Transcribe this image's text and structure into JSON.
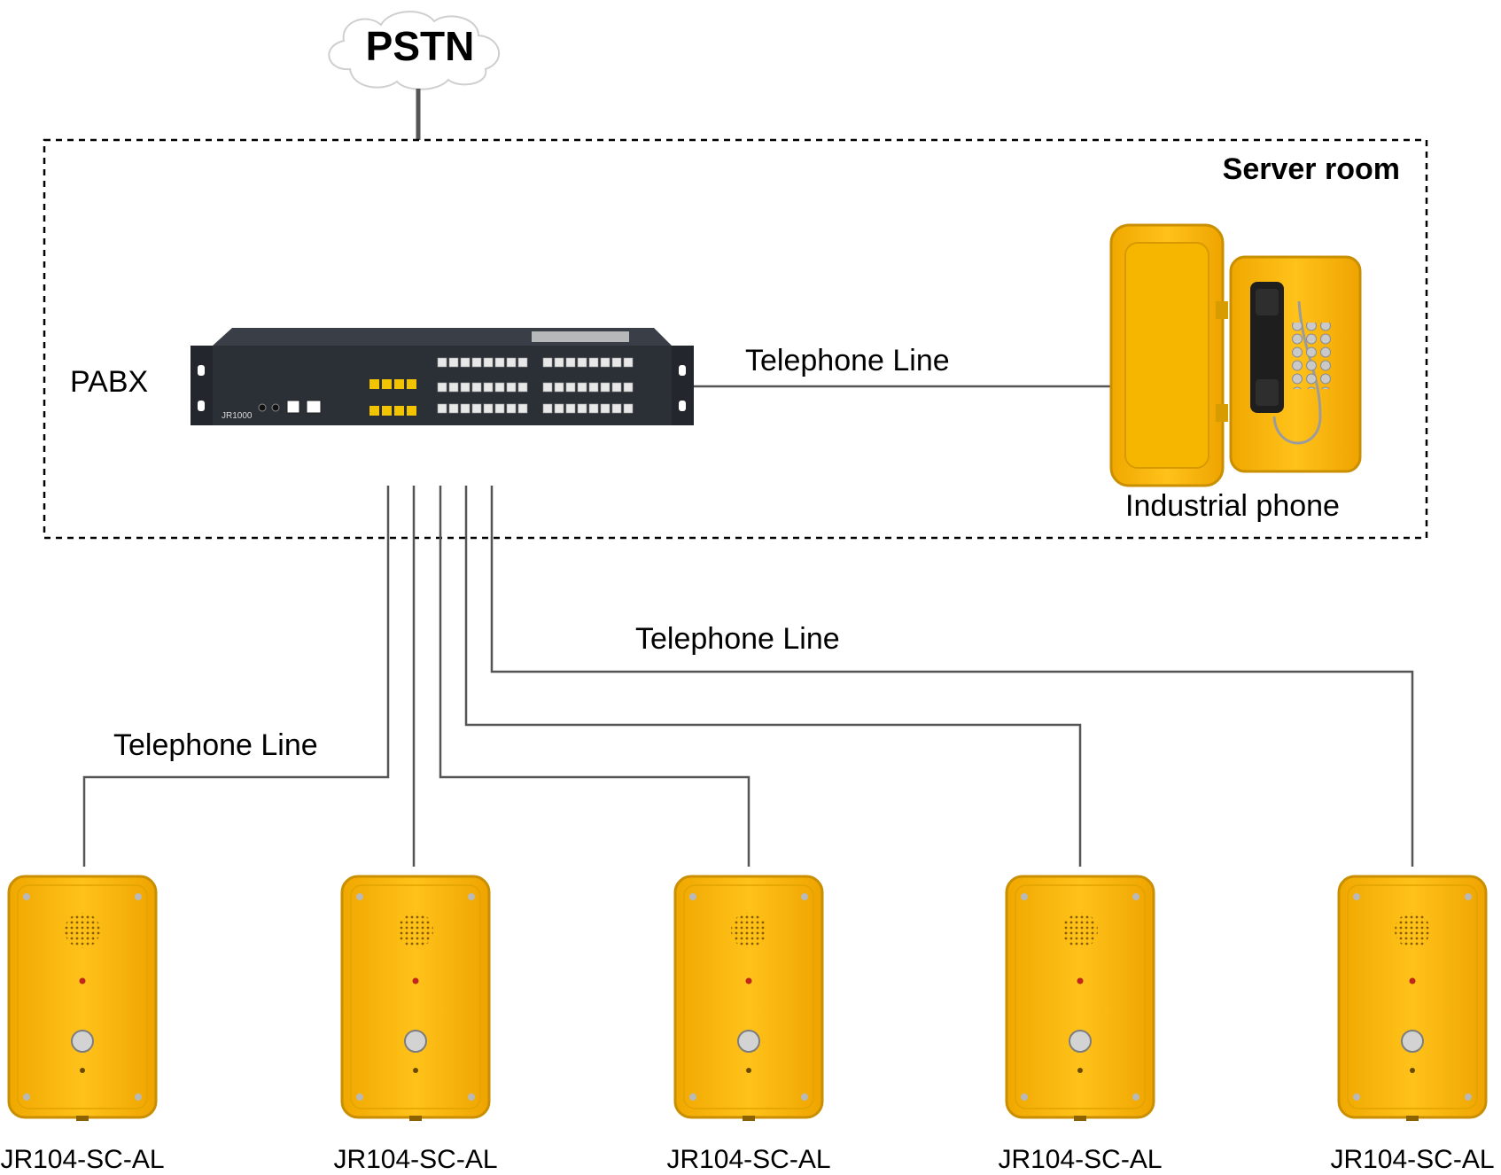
{
  "network": {
    "name": "PSTN"
  },
  "server_room": {
    "title": "Server room"
  },
  "pabx": {
    "label": "PABX",
    "model_print": "JR1000"
  },
  "industrial_phone": {
    "label": "Industrial phone"
  },
  "lines": {
    "to_industrial_phone": "Telephone Line",
    "to_right_devices": "Telephone Line",
    "to_left_device": "Telephone Line"
  },
  "devices": [
    {
      "label": "JR104-SC-AL"
    },
    {
      "label": "JR104-SC-AL"
    },
    {
      "label": "JR104-SC-AL"
    },
    {
      "label": "JR104-SC-AL"
    },
    {
      "label": "JR104-SC-AL"
    }
  ],
  "colors": {
    "line": "#555555",
    "housing_yellow": "#f5b800",
    "housing_edge": "#c98f00",
    "pabx_body": "#2b2f36",
    "port_yellow": "#f2c400"
  }
}
